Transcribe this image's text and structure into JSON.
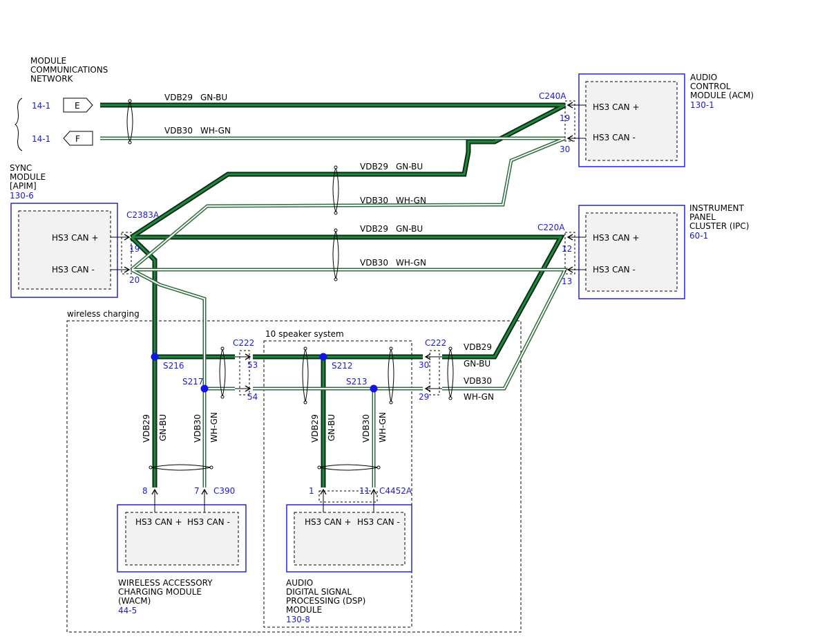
{
  "network": {
    "title_lines": [
      "MODULE",
      "COMMUNICATIONS",
      "NETWORK"
    ],
    "ref_e": "14-1",
    "ref_f": "14-1",
    "conn_e": "E",
    "conn_f": "F"
  },
  "wires": {
    "vdb29": "VDB29",
    "vdb30": "VDB30",
    "gn_bu": "GN-BU",
    "wh_gn": "WH-GN"
  },
  "colors": {
    "gn_bu_outer": "#0b2a1a",
    "gn_bu_inner": "#1f8a3a",
    "wh_gn_outer": "#2e6b3a",
    "wh_gn_inner": "#ffffff",
    "splice": "#1414e6",
    "module_border": "#2424d8"
  },
  "acm": {
    "name_lines": [
      "AUDIO",
      "CONTROL",
      "MODULE (ACM)"
    ],
    "ref": "130-1",
    "connector": "C240A",
    "pin_plus": "19",
    "pin_minus": "30",
    "sig_plus": "HS3 CAN +",
    "sig_minus": "HS3 CAN -"
  },
  "apim": {
    "name_lines": [
      "SYNC",
      "MODULE",
      "[APIM]"
    ],
    "ref": "130-6",
    "connector": "C2383A",
    "pin_plus": "19",
    "pin_minus": "20",
    "sig_plus": "HS3 CAN +",
    "sig_minus": "HS3 CAN -"
  },
  "ipc": {
    "name_lines": [
      "INSTRUMENT",
      "PANEL",
      "CLUSTER (IPC)"
    ],
    "ref": "60-1",
    "connector": "C220A",
    "pin_plus": "12",
    "pin_minus": "13",
    "sig_plus": "HS3 CAN +",
    "sig_minus": "HS3 CAN -"
  },
  "wireless": {
    "group_label": "wireless charging",
    "name_lines": [
      "WIRELESS ACCESSORY",
      "CHARGING MODULE",
      "(WACM)"
    ],
    "ref": "44-5",
    "connector": "C390",
    "pin_plus": "8",
    "pin_minus": "7",
    "sig_plus": "HS3 CAN +",
    "sig_minus": "HS3 CAN -",
    "splice_plus": "S216",
    "splice_minus": "S217"
  },
  "speaker": {
    "group_label": "10 speaker system",
    "name_lines": [
      "AUDIO",
      "DIGITAL SIGNAL",
      "PROCESSING (DSP)",
      "MODULE"
    ],
    "ref": "130-8",
    "connector": "C4452A",
    "pin_plus": "1",
    "pin_minus": "11",
    "sig_plus": "HS3 CAN +",
    "sig_minus": "HS3 CAN -",
    "splice_plus": "S212",
    "splice_minus": "S213",
    "c222_left": "C222",
    "c222_right": "C222",
    "pin_53": "53",
    "pin_54": "54",
    "pin_30": "30",
    "pin_29": "29"
  }
}
